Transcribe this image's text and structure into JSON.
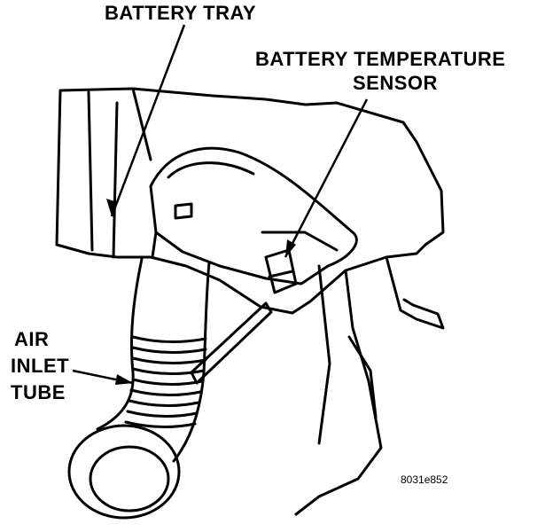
{
  "labels": {
    "battery_tray": "BATTERY TRAY",
    "battery_temp_line1": "BATTERY TEMPERATURE",
    "battery_temp_line2": "SENSOR",
    "air_line1": "AIR",
    "air_line2": "INLET",
    "air_line3": "TUBE"
  },
  "figure_id": "8031e852"
}
